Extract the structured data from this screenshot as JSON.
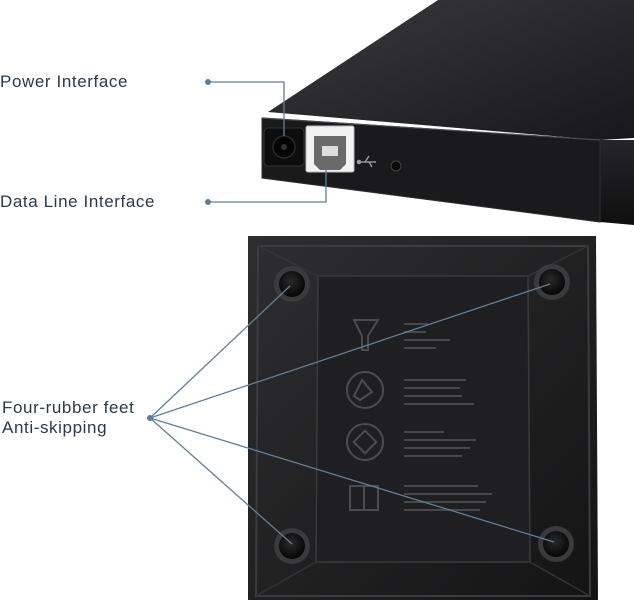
{
  "labels": {
    "power": "Power Interface",
    "data": "Data Line Interface",
    "feet_line1": "Four-rubber feet",
    "feet_line2": "Anti-skipping"
  },
  "colors": {
    "drive_body": "#1c1c1e",
    "callout_line": "#5f7f99",
    "label_text": "#2a3a4a"
  },
  "icons": [
    "usb-b-port-icon",
    "usb-symbol-icon",
    "dc-power-jack-icon",
    "rubber-foot-icon",
    "recycling-icon",
    "trash-bin-icon"
  ]
}
